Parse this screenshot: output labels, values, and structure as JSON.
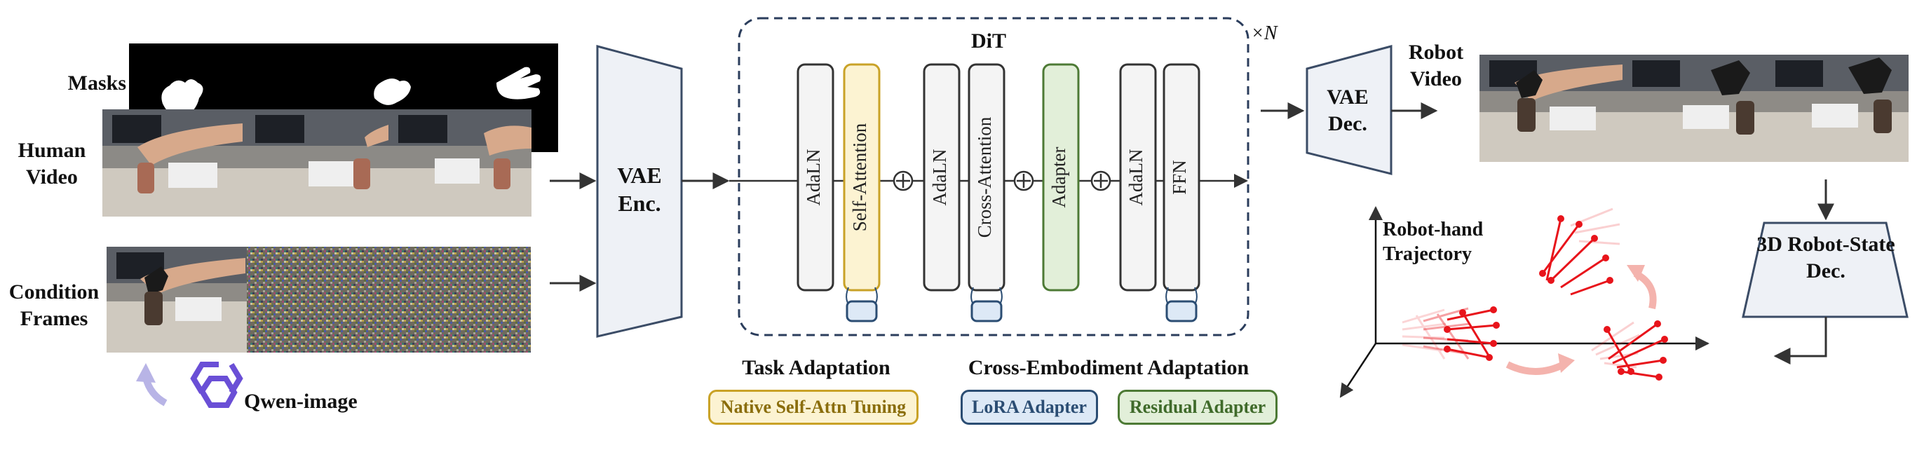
{
  "labels": {
    "masks": "Masks",
    "human_video": "Human Video",
    "condition_frames": "Condition Frames",
    "qwen_image": "Qwen-image",
    "vae_enc": "VAE Enc.",
    "dit": "DiT",
    "repeat": "×N",
    "vae_dec": "VAE Dec.",
    "robot_video": "Robot Video",
    "robot_state_dec": "3D Robot-State Dec.",
    "robot_hand_trajectory": "Robot-hand Trajectory"
  },
  "dit_blocks": [
    {
      "id": "adaln-1",
      "label": "AdaLN",
      "kind": "norm"
    },
    {
      "id": "self-attention",
      "label": "Self-Attention",
      "kind": "attn-native"
    },
    {
      "id": "adaln-2",
      "label": "AdaLN",
      "kind": "norm"
    },
    {
      "id": "cross-attention",
      "label": "Cross-Attention",
      "kind": "attn-lora"
    },
    {
      "id": "adapter",
      "label": "Adapter",
      "kind": "residual"
    },
    {
      "id": "adaln-3",
      "label": "AdaLN",
      "kind": "norm"
    },
    {
      "id": "ffn",
      "label": "FFN",
      "kind": "ffn-lora"
    }
  ],
  "legend": {
    "task_adaptation": "Task Adaptation",
    "cross_embodiment_adaptation": "Cross-Embodiment Adaptation",
    "native_self_attn": "Native Self-Attn Tuning",
    "lora_adapter": "LoRA Adapter",
    "residual_adapter": "Residual Adapter"
  },
  "colors": {
    "native_fill": "#fcf3d2",
    "native_border": "#c9a227",
    "native_text": "#8a6d0b",
    "lora_fill": "#dde9f6",
    "lora_border": "#2b4d73",
    "lora_text": "#2b4d73",
    "residual_fill": "#e2efd9",
    "residual_border": "#4d7a35",
    "residual_text": "#3f6a2a",
    "block_fill": "#f4f4f4",
    "trapezoid_fill": "#eef1f6",
    "trapezoid_border": "#3b4c66",
    "trajectory": "#e8141b",
    "qwen": "#6a4fd6"
  }
}
